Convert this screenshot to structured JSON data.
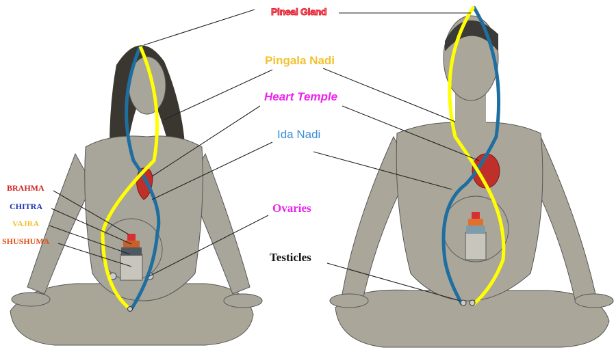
{
  "diagram": {
    "labels": {
      "pineal_gland": "Pineal Gland",
      "pingala_nadi": "Pingala Nadi",
      "heart_temple": "Heart Temple",
      "ida_nadi": "Ida Nadi",
      "ovaries": "Ovaries",
      "testicles": "Testicles",
      "brahma": "BRAHMA",
      "chitra": "CHITRA",
      "vajra": "VAJRA",
      "shushuma": "SHUSHUMA"
    },
    "colors": {
      "pineal_gland": "#e0202e",
      "pingala_nadi": "#f2c230",
      "heart_temple": "#ee22ee",
      "ida_nadi": "#3a8fd8",
      "ovaries": "#ee22ee",
      "testicles": "#111111",
      "brahma": "#d42020",
      "chitra": "#1a2fb0",
      "vajra": "#f2c230",
      "shushuma": "#e0501a",
      "pingala_channel": "#ffff00",
      "ida_channel": "#1e6fa0",
      "skin": "#a8a59a",
      "heart": "#c0302a"
    },
    "figures": {
      "left": "female-figure-meditating",
      "right": "male-figure-meditating"
    }
  }
}
